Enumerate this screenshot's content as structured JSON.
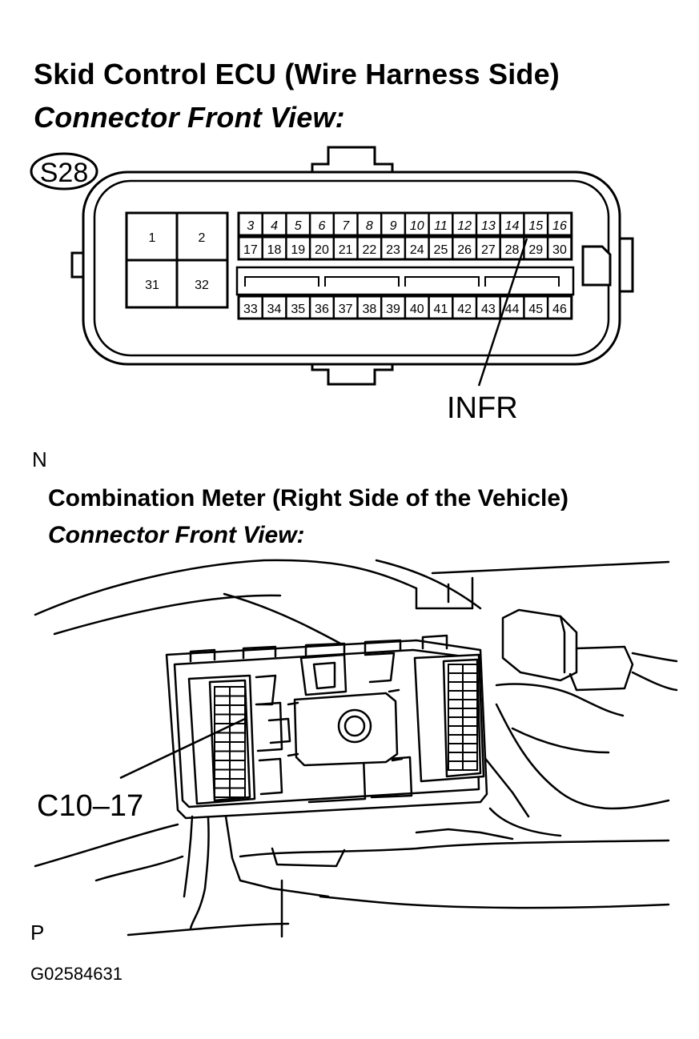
{
  "ecu": {
    "title": "Skid Control ECU (Wire Harness Side)",
    "subtitle": "Connector Front View:",
    "connector_id": "S28",
    "big_pins": [
      "1",
      "2",
      "31",
      "32"
    ],
    "row_top": [
      "3",
      "4",
      "5",
      "6",
      "7",
      "8",
      "9",
      "10",
      "11",
      "12",
      "13",
      "14",
      "15",
      "16"
    ],
    "row_mid": [
      "17",
      "18",
      "19",
      "20",
      "21",
      "22",
      "23",
      "24",
      "25",
      "26",
      "27",
      "28",
      "29",
      "30"
    ],
    "row_bottom": [
      "33",
      "34",
      "35",
      "36",
      "37",
      "38",
      "39",
      "40",
      "41",
      "42",
      "43",
      "44",
      "45",
      "46"
    ],
    "callout": "INFR"
  },
  "marker_n": "N",
  "meter": {
    "title": "Combination Meter (Right Side of the Vehicle)",
    "subtitle": "Connector Front View:",
    "callout": "C10–17"
  },
  "marker_p": "P",
  "figure_id": "G02584631"
}
